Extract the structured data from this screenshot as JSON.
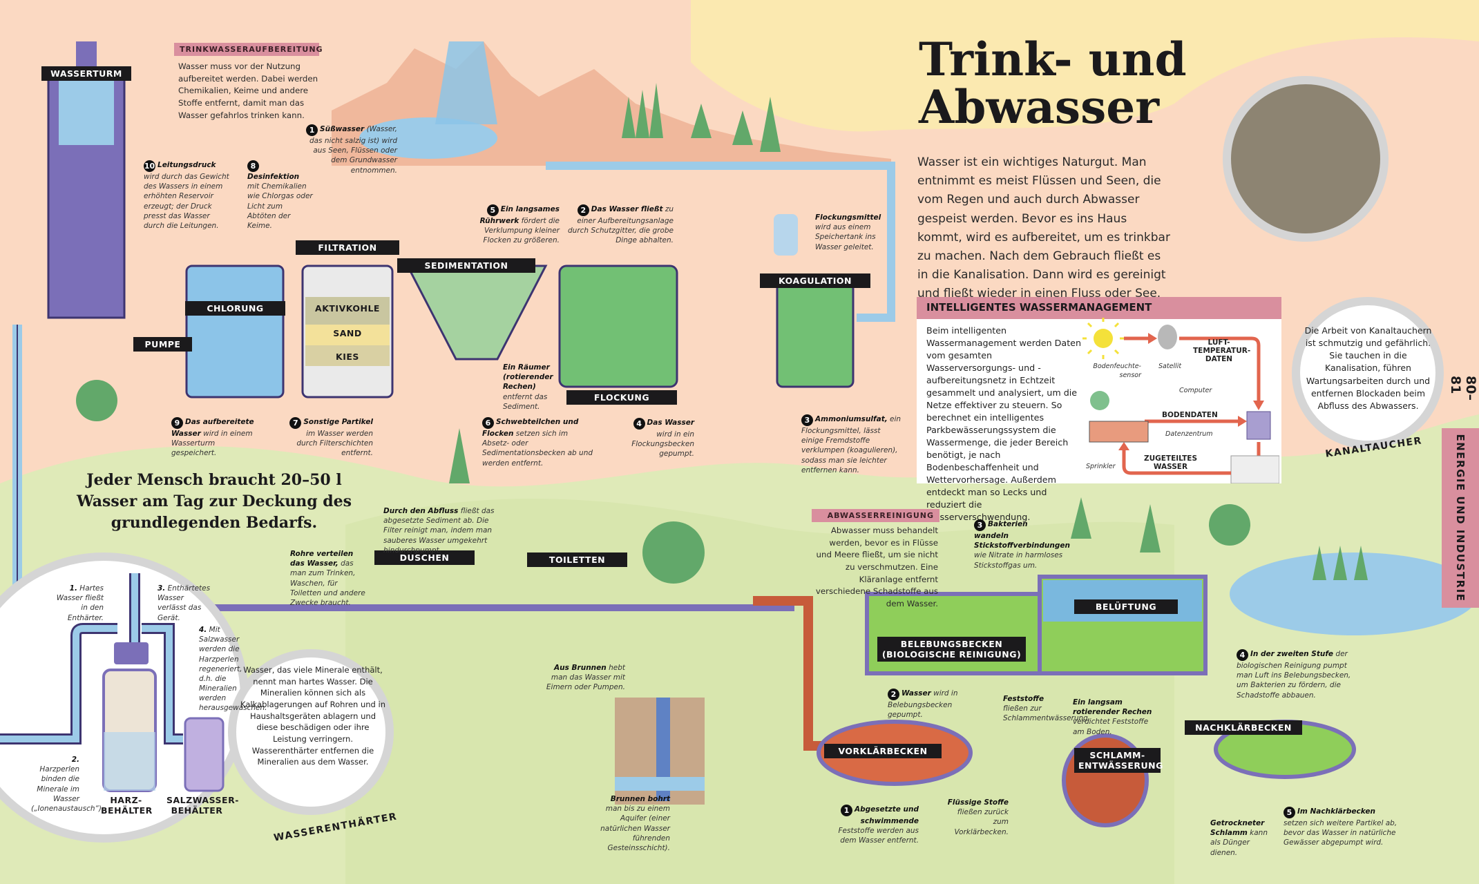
{
  "title": {
    "line1": "Trink- und",
    "line2": "Abwasser"
  },
  "intro": "Wasser ist ein wichtiges Naturgut. Man entnimmt es meist Flüssen und Seen, die vom Regen und auch durch Abwasser gespeist werden. Bevor es ins Haus kommt, wird es aufbereitet, um es trinkbar zu machen. Nach dem Gebrauch fließt es in die Kanalisation. Dann wird es gereinigt und fließt wieder in einen Fluss oder See.",
  "trinkwasser": {
    "tag": "TRINKWASSERAUFBEREITUNG",
    "text": "Wasser muss vor der Nutzung aufbereitet werden. Dabei werden Chemikalien, Keime und andere Stoffe entfernt, damit man das Wasser gefahrlos trinken kann."
  },
  "labels": {
    "wasserturm": "WASSERTURM",
    "filtration": "FILTRATION",
    "sedimentation": "SEDIMENTATION",
    "chlorung": "CHLORUNG",
    "aktivkohle": "AKTIVKOHLE",
    "sand": "SAND",
    "kies": "KIES",
    "pumpe": "PUMPE",
    "flockung": "FLOCKUNG",
    "koagulation": "KOAGULATION",
    "duschen": "DUSCHEN",
    "toiletten": "TOILETTEN",
    "belebungsbecken": "BELEBUNGSBECKEN (BIOLOGISCHE REINIGUNG)",
    "belueftung": "BELÜFTUNG",
    "vorklaerbecken": "VORKLÄRBECKEN",
    "schlamm": "SCHLAMM-ENTWÄSSERUNG",
    "nachklaerbecken": "NACHKLÄRBECKEN",
    "harz": "HARZ-BEHÄLTER",
    "salzwasser": "SALZWASSER-BEHÄLTER"
  },
  "drinking_steps": [
    {
      "num": "1",
      "bold": "Süßwasser",
      "text": "(Wasser, das nicht salzig ist) wird aus Seen, Flüssen oder dem Grundwasser entnommen."
    },
    {
      "num": "2",
      "bold": "Das Wasser fließt",
      "text": "zu einer Aufbereitungsanlage durch Schutzgitter, die grobe Dinge abhalten."
    },
    {
      "num": "3",
      "bold": "Ammoniumsulfat,",
      "text": "ein Flockungsmittel, lässt einige Fremdstoffe verklumpen (koagulieren), sodass man sie leichter entfernen kann."
    },
    {
      "num": "4",
      "bold": "Das Wasser",
      "text": "wird in ein Flockungsbecken gepumpt."
    },
    {
      "num": "5",
      "bold": "Ein langsames Rührwerk",
      "text": "fördert die Verklumpung kleiner Flocken zu größeren."
    },
    {
      "num": "6",
      "bold": "Schwebteilchen und Flocken",
      "text": "setzen sich im Absetz- oder Sedimentationsbecken ab und werden entfernt."
    },
    {
      "num": "7",
      "bold": "Sonstige Partikel",
      "text": "im Wasser werden durch Filterschichten entfernt."
    },
    {
      "num": "8",
      "bold": "Desinfektion",
      "text": "mit Chemikalien wie Chlorgas oder Licht zum Abtöten der Keime."
    },
    {
      "num": "9",
      "bold": "Das aufbereitete Wasser",
      "text": "wird in einem Wasserturm gespeichert."
    },
    {
      "num": "10",
      "bold": "Leitungsdruck",
      "text": "wird durch das Gewicht des Wassers in einem erhöhten Reservoir erzeugt; der Druck presst das Wasser durch die Leitungen."
    }
  ],
  "notes": {
    "flockungsmittel": {
      "bold": "Flockungsmittel",
      "text": "wird aus einem Speichertank ins Wasser geleitet."
    },
    "raeumer": {
      "bold": "Ein Räumer (rotierender Rechen)",
      "text": "entfernt das Sediment."
    },
    "abfluss": {
      "bold": "Durch den Abfluss",
      "text": "fließt das abgesetzte Sediment ab. Die Filter reinigt man, indem man sauberes Wasser umgekehrt hindurchpumpt."
    },
    "rohre": {
      "bold": "Rohre verteilen das Wasser,",
      "text": "das man zum Trinken, Waschen, für Toiletten und andere Zwecke braucht."
    },
    "aus_brunnen": {
      "bold": "Aus Brunnen",
      "text": "hebt man das Wasser mit Eimern oder Pumpen."
    },
    "brunnen_bohrt": {
      "bold": "Brunnen bohrt",
      "text": "man bis zu einem Aquifer (einer natürlichen Wasser führenden Gesteinsschicht)."
    }
  },
  "big_claim": "Jeder Mensch braucht 20–50 l Wasser am Tag zur Deckung des grundlegenden Bedarfs.",
  "iwm": {
    "header": "INTELLIGENTES WASSERMANAGEMENT",
    "text": "Beim intelligenten Wassermanagement werden Daten vom gesamten Wasserversorgungs- und -aufbereitungsnetz in Echtzeit gesammelt und analysiert, um die Netze effektiver zu steuern. So berechnet ein intelligentes Parkbewässerungssystem die Wassermenge, die jeder Bereich benötigt, je nach Bodenbeschaffenheit und Wettervorhersage. Außerdem entdeckt man so Lecks und reduziert die Wasserverschwendung.",
    "diagram": {
      "luft": "LUFT-TEMPERATUR-DATEN",
      "boden": "BODENDATEN",
      "zugeteilt": "ZUGETEILTES WASSER",
      "satellit": "Satellit",
      "sensor": "Bodenfeuchte-sensor",
      "computer": "Computer",
      "datenzentrum": "Datenzentrum",
      "sprinkler": "Sprinkler"
    }
  },
  "kanaltaucher": {
    "text": "Die Arbeit von Kanaltauchern ist schmutzig und gefährlich. Sie tauchen in die Kanalisation, führen Wartungsarbeiten durch und entfernen Blockaden beim Abfluss des Abwassers.",
    "caption": "KANALTAUCHER"
  },
  "page_number": "80–81",
  "side_tab": "ENERGIE UND INDUSTRIE",
  "abwasser": {
    "tag": "ABWASSERREINIGUNG",
    "text": "Abwasser muss behandelt werden, bevor es in Flüsse und Meere fließt, um sie nicht zu verschmutzen. Eine Kläranlage entfernt verschiedene Schadstoffe aus dem Wasser."
  },
  "waste_steps": [
    {
      "num": "1",
      "bold": "Abgesetzte und schwimmende",
      "text": "Feststoffe werden aus dem Wasser entfernt."
    },
    {
      "num": "2",
      "bold": "Wasser",
      "text": "wird in Belebungsbecken gepumpt."
    },
    {
      "num": "3",
      "bold": "Bakterien wandeln Stickstoffverbindungen",
      "text": "wie Nitrate in harmloses Stickstoffgas um."
    },
    {
      "num": "4",
      "bold": "In der zweiten Stufe",
      "text": "der biologischen Reinigung pumpt man Luft ins Belebungsbecken, um Bakterien zu fördern, die Schadstoffe abbauen."
    },
    {
      "num": "5",
      "bold": "Im Nachklärbecken",
      "text": "setzen sich weitere Partikel ab, bevor das Wasser in natürliche Gewässer abgepumpt wird."
    }
  ],
  "waste_notes": {
    "feststoffe": {
      "bold": "Feststoffe",
      "text": "fließen zur Schlammentwässerung."
    },
    "fluessige": {
      "bold": "Flüssige Stoffe",
      "text": "fließen zurück zum Vorklärbecken."
    },
    "rechen": {
      "bold": "Ein langsam rotierender Rechen",
      "text": "verdichtet Feststoffe am Boden."
    },
    "getrocknet": {
      "bold": "Getrockneter Schlamm",
      "text": "kann als Dünger dienen."
    }
  },
  "enthaerter": {
    "caption": "WASSERENTHÄRTER",
    "text": "Wasser, das viele Minerale enthält, nennt man hartes Wasser. Die Mineralien können sich als Kalkablagerungen auf Rohren und in Haushaltsgeräten ablagern und diese beschädigen oder ihre Leistung verringern. Wasserenthärter entfernen die Mineralien aus dem Wasser.",
    "steps": [
      {
        "num": "1.",
        "text": "Hartes Wasser fließt in den Enthärter."
      },
      {
        "num": "2.",
        "text": "Harzperlen binden die Minerale im Wasser („Ionenaustausch“)."
      },
      {
        "num": "3.",
        "text": "Enthärtetes Wasser verlässt das Gerät."
      },
      {
        "num": "4.",
        "text": "Mit Salzwasser werden die Harzperlen regeneriert, d.h. die Mineralien werden herausgewaschen."
      }
    ]
  },
  "colors": {
    "peach": "#fbd9c2",
    "green": "#dfeab8",
    "pink": "#d98f9e",
    "dark": "#1b1a1c",
    "pipe": "#7b6fb8",
    "water": "#9ccbe8"
  }
}
